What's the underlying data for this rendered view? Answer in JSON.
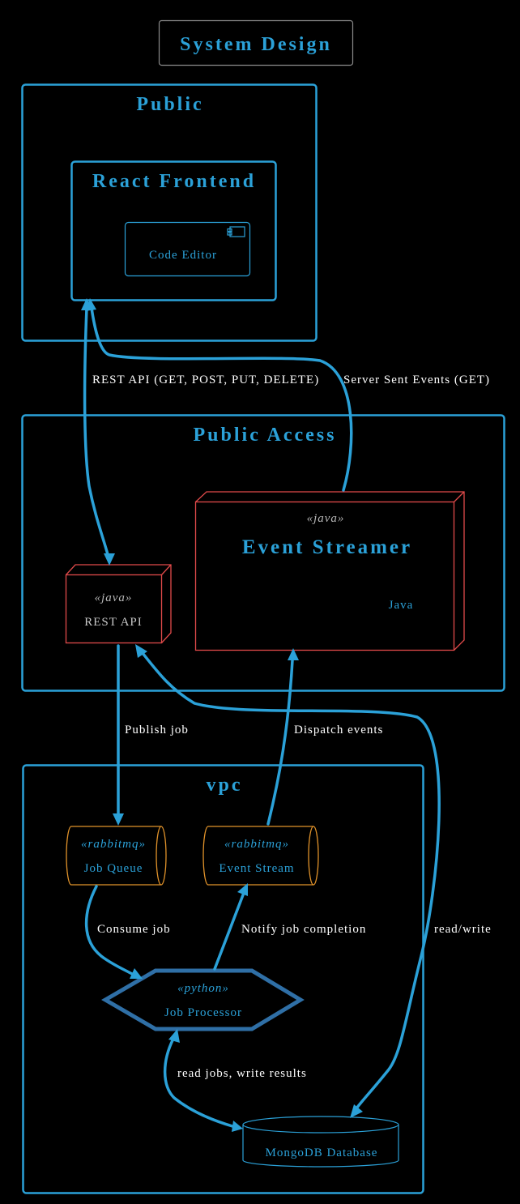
{
  "title": "System Design",
  "colors": {
    "accent": "#2ba1d8",
    "node_border": "#e04a4a",
    "queue_border": "#e0922a",
    "processor_border": "#2f6fa6",
    "background": "#000000"
  },
  "clusters": {
    "public": "Public",
    "react_frontend": "React Frontend",
    "public_access": "Public Access",
    "vpc": "vpc"
  },
  "nodes": {
    "code_editor": {
      "label": "Code Editor",
      "icon": "component-icon"
    },
    "rest_api": {
      "stereotype": "«java»",
      "label": "REST API"
    },
    "event_streamer": {
      "stereotype": "«java»",
      "label": "Event Streamer",
      "tech": "Java"
    },
    "job_queue": {
      "stereotype": "«rabbitmq»",
      "label": "Job Queue"
    },
    "event_stream": {
      "stereotype": "«rabbitmq»",
      "label": "Event Stream"
    },
    "job_processor": {
      "stereotype": "«python»",
      "label": "Job Processor"
    },
    "mongodb": {
      "label": "MongoDB Database"
    }
  },
  "edges": {
    "rest": "REST API (GET, POST, PUT, DELETE)",
    "sse": "Server Sent Events (GET)",
    "publish": "Publish job",
    "dispatch": "Dispatch events",
    "consume": "Consume job",
    "notify": "Notify job completion",
    "readwrite": "read/write",
    "readjobs": "read jobs, write results"
  }
}
